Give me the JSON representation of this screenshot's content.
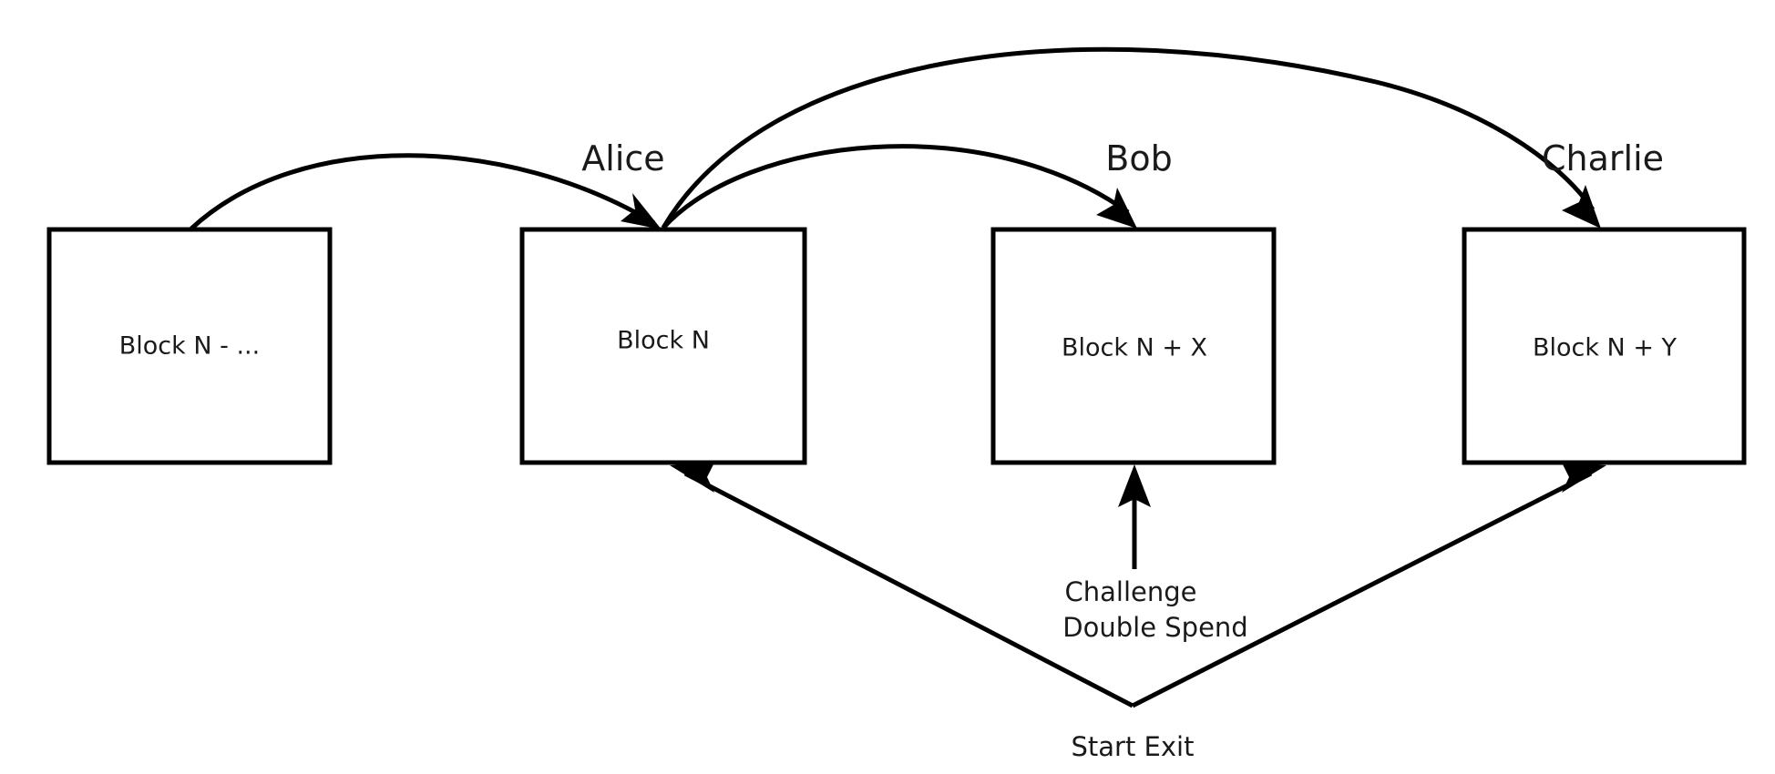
{
  "diagram": {
    "title": "Plasma exit and challenge block diagram",
    "background_color": "#ffffff",
    "line_color": "#000000",
    "text_color": "#1a1a1a",
    "blocks": [
      {
        "id": "block-prev",
        "label": "Block N - ..."
      },
      {
        "id": "block-n",
        "label": "Block N"
      },
      {
        "id": "block-n-x",
        "label": "Block N + X"
      },
      {
        "id": "block-n-y",
        "label": "Block N + Y"
      }
    ],
    "edge_labels": [
      {
        "id": "alice",
        "label": "Alice"
      },
      {
        "id": "bob",
        "label": "Bob"
      },
      {
        "id": "charlie",
        "label": "Charlie"
      }
    ],
    "notes": [
      {
        "id": "challenge",
        "line1": "Challenge",
        "line2": "Double Spend"
      },
      {
        "id": "start-exit",
        "label": "Start Exit"
      }
    ]
  }
}
